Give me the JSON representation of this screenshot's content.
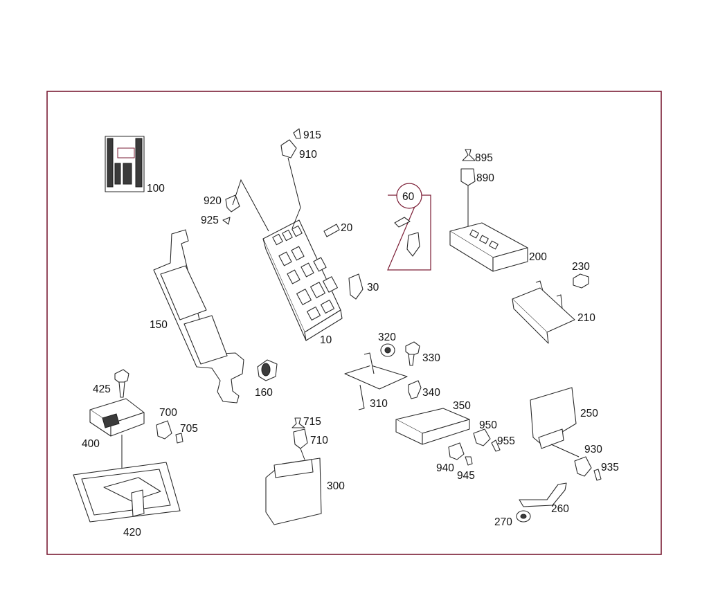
{
  "diagram": {
    "accent_color": "#7a1c34",
    "ink_color": "#1e1e1e",
    "callouts": {
      "c10": "10",
      "c20": "20",
      "c30": "30",
      "c60": "60",
      "c100": "100",
      "c150": "150",
      "c160": "160",
      "c200": "200",
      "c210": "210",
      "c230": "230",
      "c250": "250",
      "c260": "260",
      "c270": "270",
      "c300": "300",
      "c310": "310",
      "c320": "320",
      "c330": "330",
      "c340": "340",
      "c350": "350",
      "c400": "400",
      "c420": "420",
      "c425": "425",
      "c700": "700",
      "c705": "705",
      "c710": "710",
      "c715": "715",
      "c890": "890",
      "c895": "895",
      "c910": "910",
      "c915": "915",
      "c920": "920",
      "c925": "925",
      "c930": "930",
      "c935": "935",
      "c940": "940",
      "c945": "945",
      "c950": "950",
      "c955": "955"
    }
  }
}
